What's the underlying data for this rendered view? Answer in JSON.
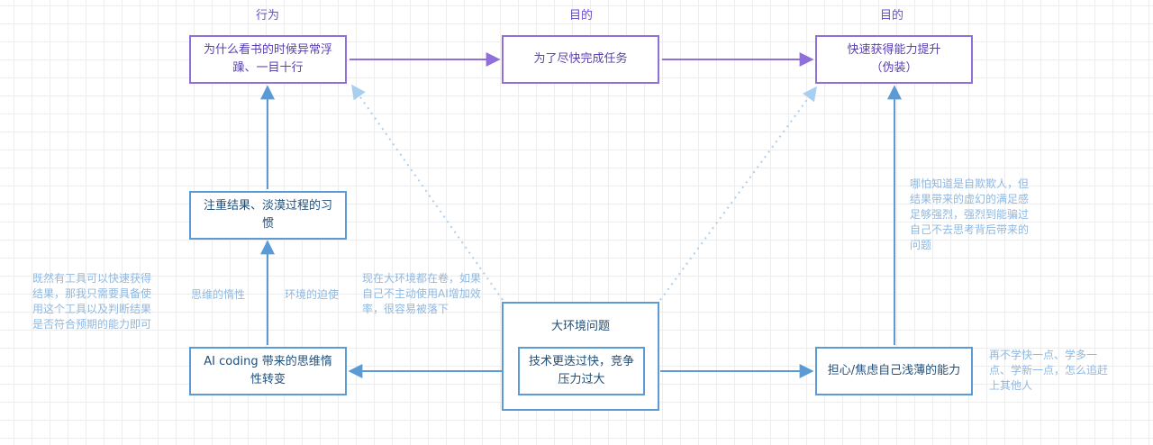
{
  "headers": {
    "behavior": "行为",
    "purpose_1": "目的",
    "purpose_2": "目的"
  },
  "nodes": {
    "impatient_reading": "为什么看书的时候异常浮躁、一目十行",
    "finish_task": "为了尽快完成任务",
    "ability_up": "快速获得能力提升\n（伪装）",
    "result_habit": "注重结果、淡漠过程的习惯",
    "ai_shift": "AI coding 带来的思维惰性转变",
    "environment": "大环境问题",
    "tech_fast": "技术更迭过快，竞争压力过大",
    "anxiety": "担心/焦虑自己浅薄的能力"
  },
  "labels": {
    "inertia": "思维的惰性",
    "pressure": "环境的迫使"
  },
  "notes": {
    "tools_note": "既然有工具可以快速获得结果，那我只需要具备使用这个工具以及判断结果是否符合预期的能力即可",
    "env_note": "现在大环境都在卷，如果自己不主动使用AI增加效率，很容易被落下",
    "selfdeceive_note": "哪怕知道是自欺欺人，但结果带来的虚幻的满足感足够强烈，强烈到能骗过自己不去思考背后带来的问题",
    "learn_note": "再不学快一点、学多一点、学新一点，怎么追赶上其他人"
  },
  "colors": {
    "purple": "#8f6fd8",
    "blue": "#5b9bd5",
    "dotted": "#a9cff0"
  }
}
